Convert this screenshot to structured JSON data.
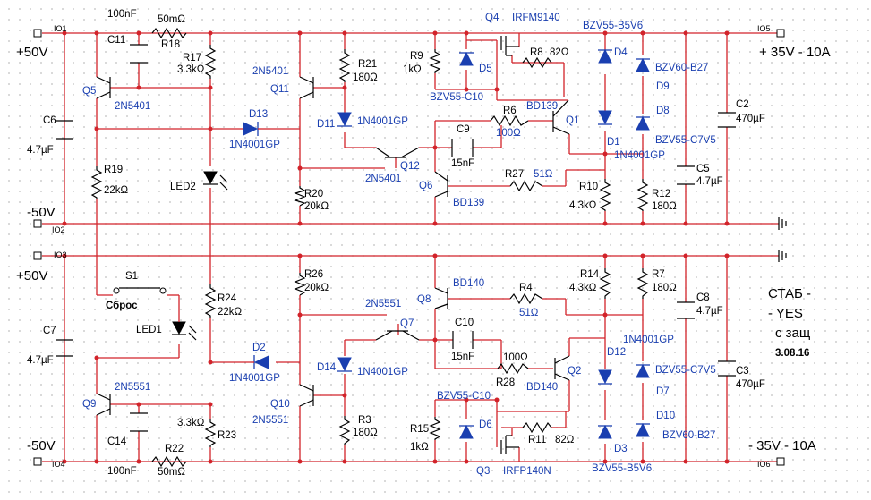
{
  "ports": {
    "io1": "IO1",
    "io2": "IO2",
    "io3": "IO3",
    "io4": "IO4",
    "io5": "IO5",
    "io6": "IO6"
  },
  "rails": {
    "plus50_top": "+50V",
    "minus50_top": "-50V",
    "plus50_bot": "+50V",
    "minus50_bot": "-50V",
    "out_pos": "+ 35V - 10A",
    "out_neg": "- 35V - 10A"
  },
  "upper": {
    "c11": "C11",
    "c11_val": "100nF",
    "r18": "R18",
    "r18_val": "50mΩ",
    "r17": "R17",
    "r17_val": "3.3kΩ",
    "q5": "Q5",
    "q5_part": "2N5401",
    "c6": "C6",
    "c6_val": "4.7µF",
    "r19": "R19",
    "r19_val": "22kΩ",
    "d13": "D13",
    "d13_part": "1N4001GP",
    "led2": "LED2",
    "q11": "Q11",
    "q11_part": "2N5401",
    "r21": "R21",
    "r21_val": "180Ω",
    "d11": "D11",
    "d11_part": "1N4001GP",
    "r20": "R20",
    "r20_val": "20kΩ",
    "q12": "Q12",
    "q12_part": "2N5401",
    "q4": "Q4",
    "q4_part": "IRFM9140",
    "r9": "R9",
    "r9_val": "1kΩ",
    "d5": "D5",
    "d5_part": "BZV55-C10",
    "r8": "R8",
    "r8_val": "82Ω",
    "c9": "C9",
    "c9_val": "15nF",
    "r6": "R6",
    "r6_val": "100Ω",
    "q1": "Q1",
    "q1_part": "BD139",
    "q6": "Q6",
    "q6_part": "BD139",
    "r27": "R27",
    "r27_val": "51Ω",
    "r10": "R10",
    "r10_val": "4.3kΩ",
    "d4": "D4",
    "d4_part": "BZV55-B5V6",
    "d1": "D1",
    "d1_part": "1N4001GP",
    "d9": "D9",
    "d9_part": "BZV60-B27",
    "d8": "D8",
    "d8_part": "BZV55-C7V5",
    "r12": "R12",
    "r12_val": "180Ω",
    "c5": "C5",
    "c5_val": "4.7µF",
    "c2": "C2",
    "c2_val": "470µF"
  },
  "lower": {
    "s1": "S1",
    "s1_label": "Сброс",
    "led1": "LED1",
    "c7": "C7",
    "c7_val": "4.7µF",
    "r24": "R24",
    "r24_val": "22kΩ",
    "d2": "D2",
    "d2_part": "1N4001GP",
    "q9": "Q9",
    "q9_part": "2N5551",
    "c14": "C14",
    "c14_val": "100nF",
    "r22": "R22",
    "r22_val": "50mΩ",
    "r23": "R23",
    "r23_val": "3.3kΩ",
    "r26": "R26",
    "r26_val": "20kΩ",
    "q7": "Q7",
    "q7_part": "2N5551",
    "d14": "D14",
    "d14_part": "1N4001GP",
    "q10": "Q10",
    "q10_part": "2N5551",
    "r3": "R3",
    "r3_val": "180Ω",
    "q8": "Q8",
    "q8_part": "BD140",
    "c10": "C10",
    "c10_val": "15nF",
    "r4": "R4",
    "r4_val": "51Ω",
    "r28": "R28",
    "r28_val": "100Ω",
    "q2": "Q2",
    "q2_part": "BD140",
    "d6": "D6",
    "d6_part": "BZV55-C10",
    "r15": "R15",
    "r15_val": "1kΩ",
    "r11": "R11",
    "r11_val": "82Ω",
    "q3": "Q3",
    "q3_part": "IRFP140N",
    "d3": "D3",
    "d3_part": "BZV55-B5V6",
    "r14": "R14",
    "r14_val": "4.3kΩ",
    "r7": "R7",
    "r7_val": "180Ω",
    "d12": "D12",
    "d12_part": "1N4001GP",
    "d7": "D7",
    "d7_part": "BZV55-C7V5",
    "d10": "D10",
    "d10_part": "BZV60-B27",
    "c8": "C8",
    "c8_val": "4.7µF",
    "c3": "C3",
    "c3_val": "470µF"
  },
  "note": {
    "line1": "СТАБ -",
    "line2": "- YES",
    "line3": "с защ",
    "line4": "3.08.16"
  },
  "colors": {
    "wire": "#d2232a",
    "component": "#000000",
    "diode": "#1a3fb0",
    "part_text": "#1a3fb0"
  }
}
